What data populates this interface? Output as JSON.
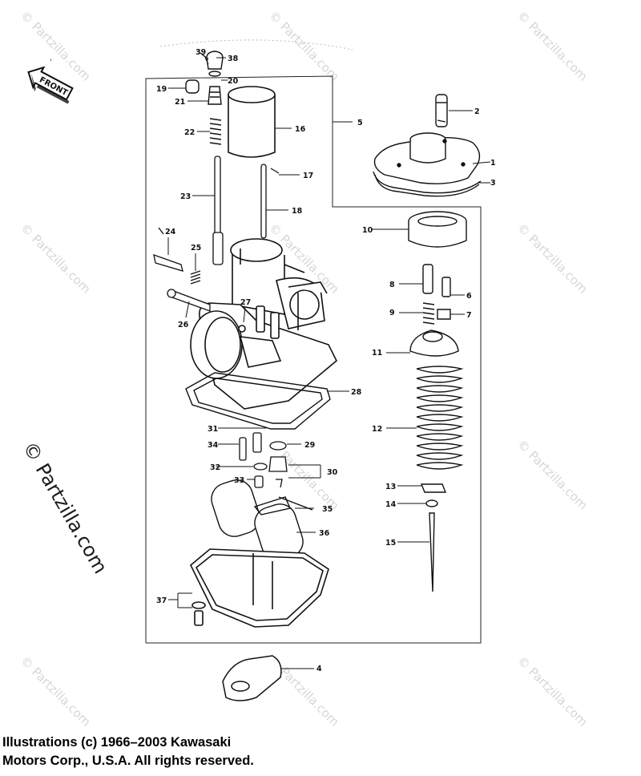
{
  "direction_label": "FRONT",
  "callouts": [
    {
      "id": "c1",
      "text": "1"
    },
    {
      "id": "c2",
      "text": "2"
    },
    {
      "id": "c3",
      "text": "3"
    },
    {
      "id": "c4",
      "text": "4"
    },
    {
      "id": "c5",
      "text": "5"
    },
    {
      "id": "c6",
      "text": "6"
    },
    {
      "id": "c7",
      "text": "7"
    },
    {
      "id": "c8",
      "text": "8"
    },
    {
      "id": "c9",
      "text": "9"
    },
    {
      "id": "c10",
      "text": "10"
    },
    {
      "id": "c11",
      "text": "11"
    },
    {
      "id": "c12",
      "text": "12"
    },
    {
      "id": "c13",
      "text": "13"
    },
    {
      "id": "c14",
      "text": "14"
    },
    {
      "id": "c15",
      "text": "15"
    },
    {
      "id": "c16",
      "text": "16"
    },
    {
      "id": "c17",
      "text": "17"
    },
    {
      "id": "c18",
      "text": "18"
    },
    {
      "id": "c19",
      "text": "19"
    },
    {
      "id": "c20",
      "text": "20"
    },
    {
      "id": "c21",
      "text": "21"
    },
    {
      "id": "c22",
      "text": "22"
    },
    {
      "id": "c23",
      "text": "23"
    },
    {
      "id": "c24",
      "text": "24"
    },
    {
      "id": "c25",
      "text": "25"
    },
    {
      "id": "c26",
      "text": "26"
    },
    {
      "id": "c27",
      "text": "27"
    },
    {
      "id": "c28",
      "text": "28"
    },
    {
      "id": "c29",
      "text": "29"
    },
    {
      "id": "c30",
      "text": "30"
    },
    {
      "id": "c31",
      "text": "31"
    },
    {
      "id": "c32",
      "text": "32"
    },
    {
      "id": "c33",
      "text": "33"
    },
    {
      "id": "c34",
      "text": "34"
    },
    {
      "id": "c35",
      "text": "35"
    },
    {
      "id": "c36",
      "text": "36"
    },
    {
      "id": "c37",
      "text": "37"
    },
    {
      "id": "c38",
      "text": "38"
    },
    {
      "id": "c39",
      "text": "39"
    }
  ],
  "watermark": {
    "text": "© Partzilla.com"
  },
  "copyright": {
    "line1": "Illustrations (c) 1966–2003 Kawasaki",
    "line2": "Motors Corp., U.S.A.  All rights reserved."
  }
}
